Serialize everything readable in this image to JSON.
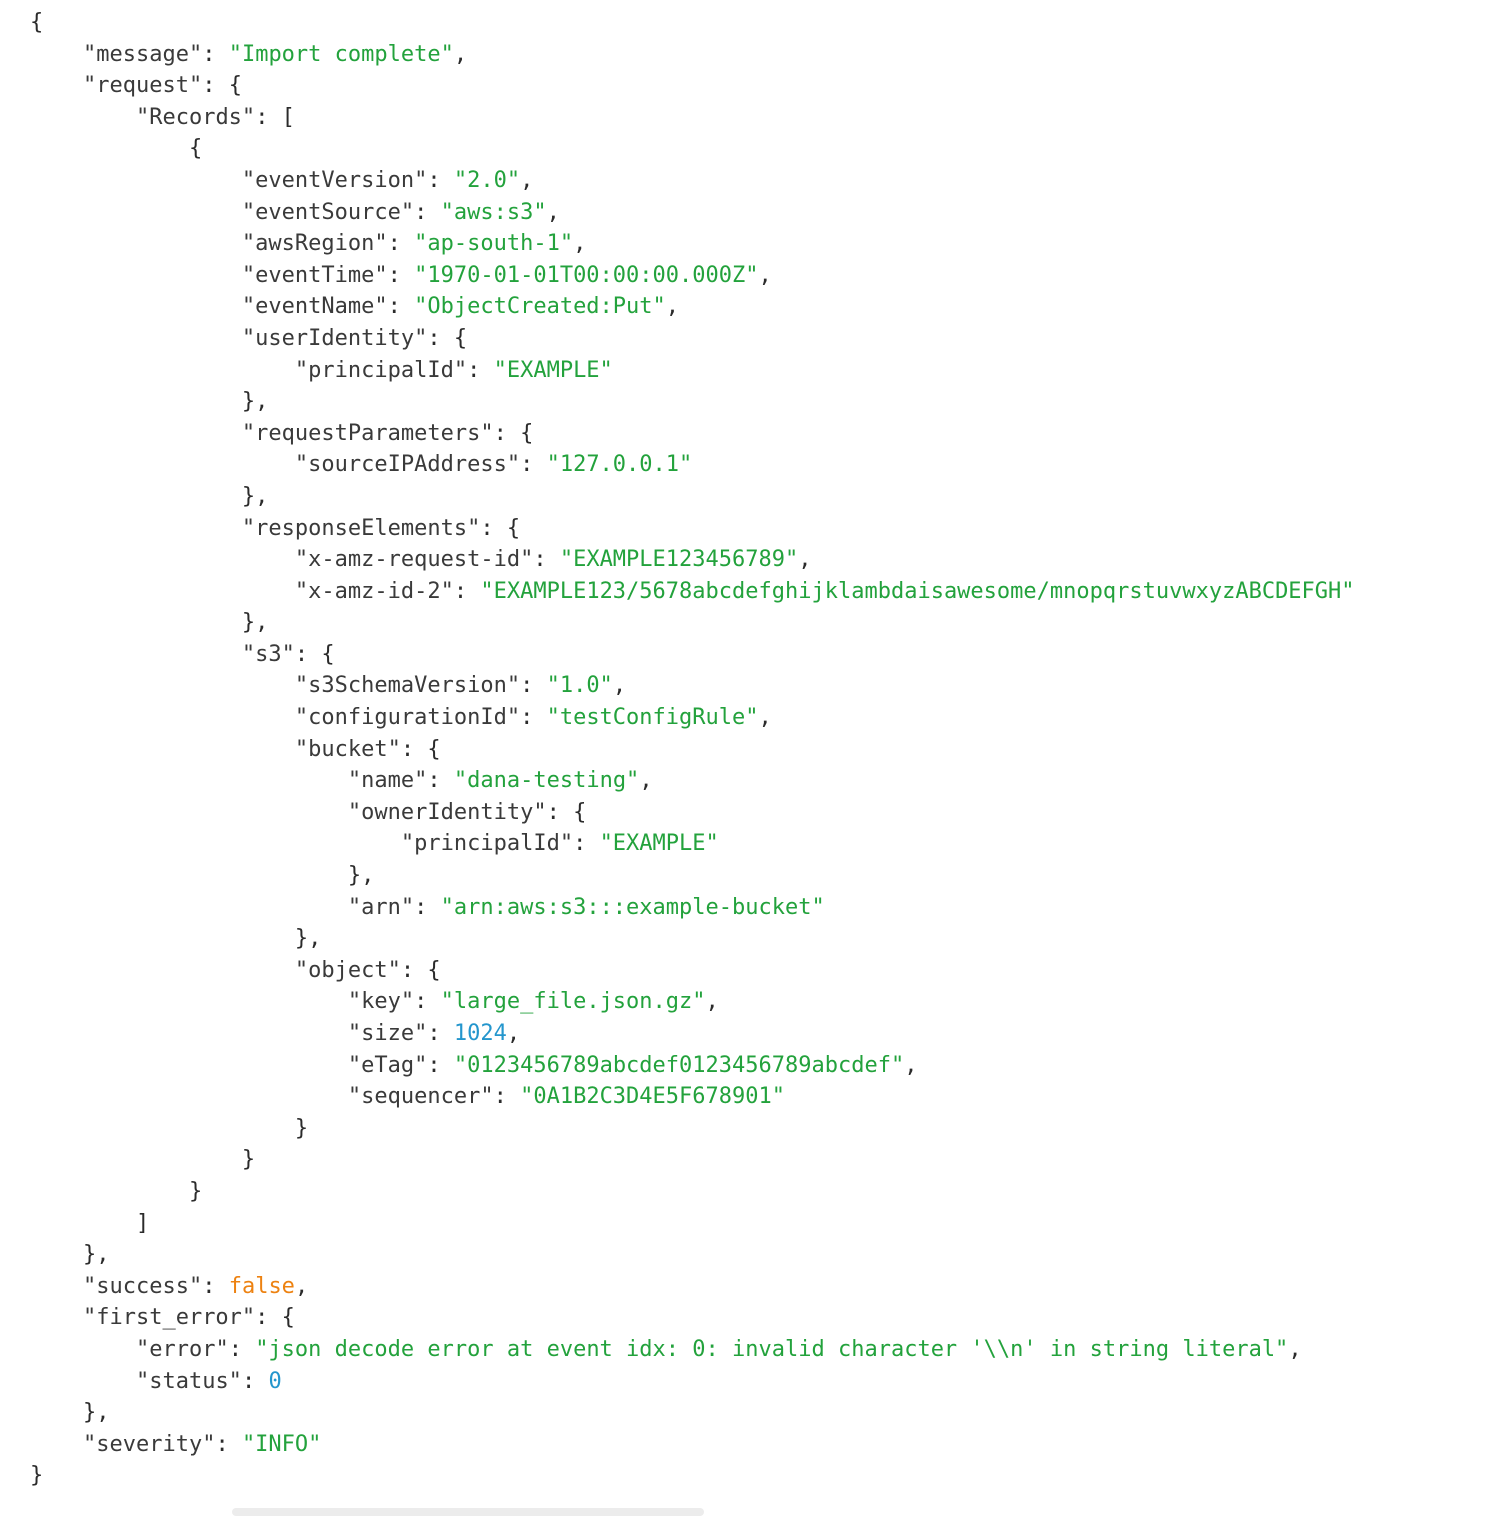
{
  "colors": {
    "key": "#3a3a3a",
    "punct": "#2b2b2b",
    "string": "#23a23c",
    "number": "#2496cd",
    "boolean": "#ed8211",
    "background": "#ffffff"
  },
  "code": {
    "indent_size": 4,
    "lines": [
      {
        "indent": 0,
        "tokens": [
          [
            "p",
            "{"
          ]
        ]
      },
      {
        "indent": 1,
        "tokens": [
          [
            "k",
            "\"message\""
          ],
          [
            "p",
            ": "
          ],
          [
            "s",
            "\"Import complete\""
          ],
          [
            "p",
            ","
          ]
        ]
      },
      {
        "indent": 1,
        "tokens": [
          [
            "k",
            "\"request\""
          ],
          [
            "p",
            ": {"
          ]
        ]
      },
      {
        "indent": 2,
        "tokens": [
          [
            "k",
            "\"Records\""
          ],
          [
            "p",
            ": ["
          ]
        ]
      },
      {
        "indent": 3,
        "tokens": [
          [
            "p",
            "{"
          ]
        ]
      },
      {
        "indent": 4,
        "tokens": [
          [
            "k",
            "\"eventVersion\""
          ],
          [
            "p",
            ": "
          ],
          [
            "s",
            "\"2.0\""
          ],
          [
            "p",
            ","
          ]
        ]
      },
      {
        "indent": 4,
        "tokens": [
          [
            "k",
            "\"eventSource\""
          ],
          [
            "p",
            ": "
          ],
          [
            "s",
            "\"aws:s3\""
          ],
          [
            "p",
            ","
          ]
        ]
      },
      {
        "indent": 4,
        "tokens": [
          [
            "k",
            "\"awsRegion\""
          ],
          [
            "p",
            ": "
          ],
          [
            "s",
            "\"ap-south-1\""
          ],
          [
            "p",
            ","
          ]
        ]
      },
      {
        "indent": 4,
        "tokens": [
          [
            "k",
            "\"eventTime\""
          ],
          [
            "p",
            ": "
          ],
          [
            "s",
            "\"1970-01-01T00:00:00.000Z\""
          ],
          [
            "p",
            ","
          ]
        ]
      },
      {
        "indent": 4,
        "tokens": [
          [
            "k",
            "\"eventName\""
          ],
          [
            "p",
            ": "
          ],
          [
            "s",
            "\"ObjectCreated:Put\""
          ],
          [
            "p",
            ","
          ]
        ]
      },
      {
        "indent": 4,
        "tokens": [
          [
            "k",
            "\"userIdentity\""
          ],
          [
            "p",
            ": {"
          ]
        ]
      },
      {
        "indent": 5,
        "tokens": [
          [
            "k",
            "\"principalId\""
          ],
          [
            "p",
            ": "
          ],
          [
            "s",
            "\"EXAMPLE\""
          ]
        ]
      },
      {
        "indent": 4,
        "tokens": [
          [
            "p",
            "},"
          ]
        ]
      },
      {
        "indent": 4,
        "tokens": [
          [
            "k",
            "\"requestParameters\""
          ],
          [
            "p",
            ": {"
          ]
        ]
      },
      {
        "indent": 5,
        "tokens": [
          [
            "k",
            "\"sourceIPAddress\""
          ],
          [
            "p",
            ": "
          ],
          [
            "s",
            "\"127.0.0.1\""
          ]
        ]
      },
      {
        "indent": 4,
        "tokens": [
          [
            "p",
            "},"
          ]
        ]
      },
      {
        "indent": 4,
        "tokens": [
          [
            "k",
            "\"responseElements\""
          ],
          [
            "p",
            ": {"
          ]
        ]
      },
      {
        "indent": 5,
        "tokens": [
          [
            "k",
            "\"x-amz-request-id\""
          ],
          [
            "p",
            ": "
          ],
          [
            "s",
            "\"EXAMPLE123456789\""
          ],
          [
            "p",
            ","
          ]
        ]
      },
      {
        "indent": 5,
        "tokens": [
          [
            "k",
            "\"x-amz-id-2\""
          ],
          [
            "p",
            ": "
          ],
          [
            "s",
            "\"EXAMPLE123/5678abcdefghijklambdaisawesome/mnopqrstuvwxyzABCDEFGH\""
          ]
        ]
      },
      {
        "indent": 4,
        "tokens": [
          [
            "p",
            "},"
          ]
        ]
      },
      {
        "indent": 4,
        "tokens": [
          [
            "k",
            "\"s3\""
          ],
          [
            "p",
            ": {"
          ]
        ]
      },
      {
        "indent": 5,
        "tokens": [
          [
            "k",
            "\"s3SchemaVersion\""
          ],
          [
            "p",
            ": "
          ],
          [
            "s",
            "\"1.0\""
          ],
          [
            "p",
            ","
          ]
        ]
      },
      {
        "indent": 5,
        "tokens": [
          [
            "k",
            "\"configurationId\""
          ],
          [
            "p",
            ": "
          ],
          [
            "s",
            "\"testConfigRule\""
          ],
          [
            "p",
            ","
          ]
        ]
      },
      {
        "indent": 5,
        "tokens": [
          [
            "k",
            "\"bucket\""
          ],
          [
            "p",
            ": {"
          ]
        ]
      },
      {
        "indent": 6,
        "tokens": [
          [
            "k",
            "\"name\""
          ],
          [
            "p",
            ": "
          ],
          [
            "s",
            "\"dana-testing\""
          ],
          [
            "p",
            ","
          ]
        ]
      },
      {
        "indent": 6,
        "tokens": [
          [
            "k",
            "\"ownerIdentity\""
          ],
          [
            "p",
            ": {"
          ]
        ]
      },
      {
        "indent": 7,
        "tokens": [
          [
            "k",
            "\"principalId\""
          ],
          [
            "p",
            ": "
          ],
          [
            "s",
            "\"EXAMPLE\""
          ]
        ]
      },
      {
        "indent": 6,
        "tokens": [
          [
            "p",
            "},"
          ]
        ]
      },
      {
        "indent": 6,
        "tokens": [
          [
            "k",
            "\"arn\""
          ],
          [
            "p",
            ": "
          ],
          [
            "s",
            "\"arn:aws:s3:::example-bucket\""
          ]
        ]
      },
      {
        "indent": 5,
        "tokens": [
          [
            "p",
            "},"
          ]
        ]
      },
      {
        "indent": 5,
        "tokens": [
          [
            "k",
            "\"object\""
          ],
          [
            "p",
            ": {"
          ]
        ]
      },
      {
        "indent": 6,
        "tokens": [
          [
            "k",
            "\"key\""
          ],
          [
            "p",
            ": "
          ],
          [
            "s",
            "\"large_file.json.gz\""
          ],
          [
            "p",
            ","
          ]
        ]
      },
      {
        "indent": 6,
        "tokens": [
          [
            "k",
            "\"size\""
          ],
          [
            "p",
            ": "
          ],
          [
            "n",
            "1024"
          ],
          [
            "p",
            ","
          ]
        ]
      },
      {
        "indent": 6,
        "tokens": [
          [
            "k",
            "\"eTag\""
          ],
          [
            "p",
            ": "
          ],
          [
            "s",
            "\"0123456789abcdef0123456789abcdef\""
          ],
          [
            "p",
            ","
          ]
        ]
      },
      {
        "indent": 6,
        "tokens": [
          [
            "k",
            "\"sequencer\""
          ],
          [
            "p",
            ": "
          ],
          [
            "s",
            "\"0A1B2C3D4E5F678901\""
          ]
        ]
      },
      {
        "indent": 5,
        "tokens": [
          [
            "p",
            "}"
          ]
        ]
      },
      {
        "indent": 4,
        "tokens": [
          [
            "p",
            "}"
          ]
        ]
      },
      {
        "indent": 3,
        "tokens": [
          [
            "p",
            "}"
          ]
        ]
      },
      {
        "indent": 2,
        "tokens": [
          [
            "p",
            "]"
          ]
        ]
      },
      {
        "indent": 1,
        "tokens": [
          [
            "p",
            "},"
          ]
        ]
      },
      {
        "indent": 1,
        "tokens": [
          [
            "k",
            "\"success\""
          ],
          [
            "p",
            ": "
          ],
          [
            "b",
            "false"
          ],
          [
            "p",
            ","
          ]
        ]
      },
      {
        "indent": 1,
        "tokens": [
          [
            "k",
            "\"first_error\""
          ],
          [
            "p",
            ": {"
          ]
        ]
      },
      {
        "indent": 2,
        "tokens": [
          [
            "k",
            "\"error\""
          ],
          [
            "p",
            ": "
          ],
          [
            "s",
            "\"json decode error at event idx: 0: invalid character '\\\\n' in string literal\""
          ],
          [
            "p",
            ","
          ]
        ]
      },
      {
        "indent": 2,
        "tokens": [
          [
            "k",
            "\"status\""
          ],
          [
            "p",
            ": "
          ],
          [
            "n",
            "0"
          ]
        ]
      },
      {
        "indent": 1,
        "tokens": [
          [
            "p",
            "},"
          ]
        ]
      },
      {
        "indent": 1,
        "tokens": [
          [
            "k",
            "\"severity\""
          ],
          [
            "p",
            ": "
          ],
          [
            "s",
            "\"INFO\""
          ]
        ]
      },
      {
        "indent": 0,
        "tokens": [
          [
            "p",
            "}"
          ]
        ]
      }
    ]
  }
}
